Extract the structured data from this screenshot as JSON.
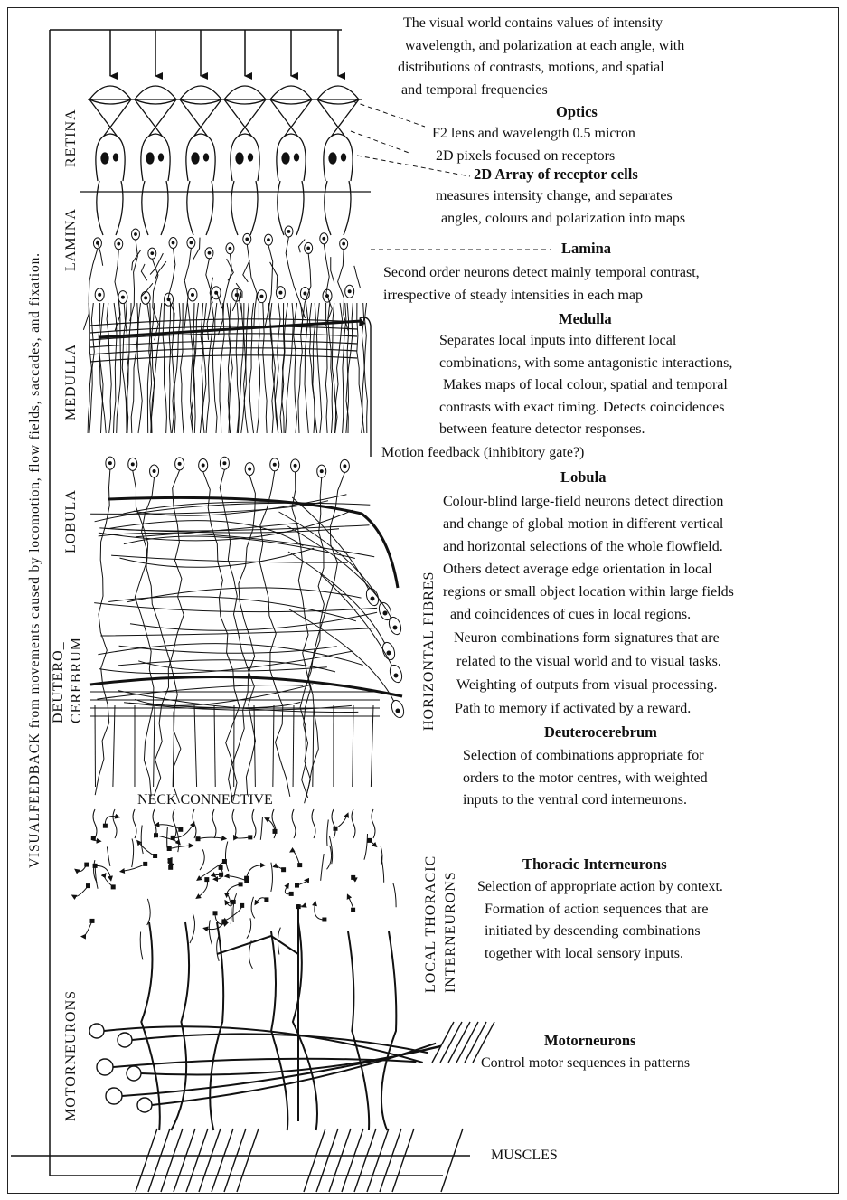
{
  "intro": [
    "The visual world contains values of intensity",
    "wavelength, and polarization at each angle, with",
    "distributions of contrasts, motions, and spatial",
    "and temporal frequencies"
  ],
  "optics": {
    "heading": "Optics",
    "lines": [
      "F2 lens and wavelength 0.5 micron",
      "2D pixels focused on receptors"
    ]
  },
  "receptors": {
    "heading": "2D Array of receptor cells",
    "lines": [
      "measures intensity change, and separates",
      "angles, colours and polarization into maps"
    ]
  },
  "lamina": {
    "heading": "Lamina",
    "lines": [
      "Second order neurons detect mainly temporal contrast,",
      "irrespective of steady intensities in each map"
    ]
  },
  "medulla": {
    "heading": "Medulla",
    "lines": [
      "Separates local inputs into different local",
      "combinations, with some antagonistic interactions,",
      "Makes maps of local colour, spatial and temporal",
      "contrasts with exact timing. Detects coincidences",
      "between feature detector responses."
    ]
  },
  "motion_feedback": "Motion feedback (inhibitory gate?)",
  "lobula": {
    "heading": "Lobula",
    "lines": [
      "Colour-blind large-field neurons detect direction",
      "and change of global motion in different vertical",
      "and horizontal selections of the whole flowfield.",
      "Others detect average edge orientation in local",
      "regions or small object location within large fields",
      "and coincidences of cues in local regions."
    ],
    "lines2": [
      "Neuron combinations form signatures that are",
      "related to the visual world and to visual tasks.",
      "Weighting of outputs from visual processing.",
      "Path to memory if activated by a reward."
    ]
  },
  "deuterocerebrum": {
    "heading": "Deuterocerebrum",
    "lines": [
      "Selection of combinations appropriate for",
      "orders to the motor centres, with weighted",
      "inputs to the ventral cord interneurons."
    ]
  },
  "thoracic": {
    "heading": "Thoracic Interneurons",
    "lines": [
      "Selection of appropriate action by context.",
      "Formation of action sequences that are",
      "initiated by descending combinations",
      "together with local sensory inputs."
    ]
  },
  "motorneurons": {
    "heading": "Motorneurons",
    "lines": [
      "Control motor sequences in patterns"
    ]
  },
  "labels": {
    "neck": "NECK CONNECTIVE",
    "muscles": "MUSCLES",
    "retina": "RETINA",
    "lamina": "LAMINA",
    "medulla": "MEDULLA",
    "lobula": "LOBULA",
    "deutero_1": "DEUTERO_",
    "deutero_2": "CEREBRUM",
    "motorneurons": "MOTORNEURONS",
    "horizontal_fibres": "HORIZONTAL FIBRES",
    "local_thoracic_1": "LOCAL THORACIC",
    "local_thoracic_2": "INTERNEURONS",
    "visual_feedback": "VISUALFEEDBACK from movements caused by locomotion, flow fields, saccades, and fixation."
  }
}
